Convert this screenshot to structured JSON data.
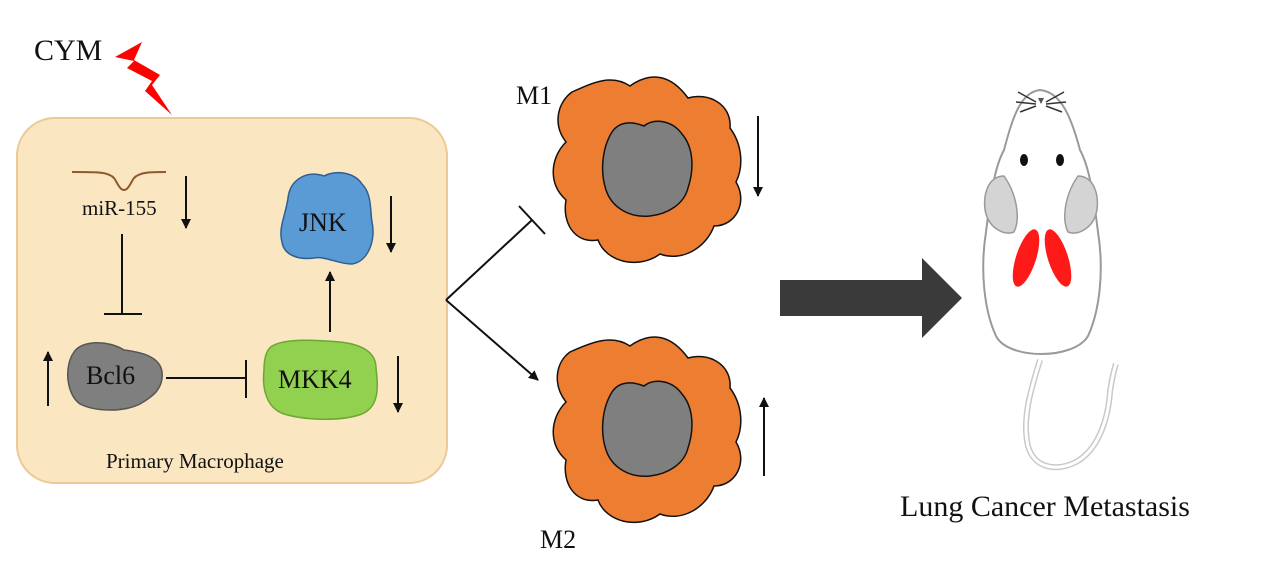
{
  "labels": {
    "cym": "CYM",
    "mir155": "miR-155",
    "jnk": "JNK",
    "bcl6": "Bcl6",
    "mkk4": "MKK4",
    "cell_label": "Primary Macrophage",
    "m1": "M1",
    "m2": "M2",
    "outcome": "Lung Cancer Metastasis"
  },
  "colors": {
    "macrophage_box": "#fbe6c2",
    "macrophage_border": "#ecc995",
    "jnk": "#5b9bd5",
    "bcl6": "#7f7f7f",
    "mkk4": "#92d050",
    "cell_body": "#ed7d31",
    "nucleus": "#7f7f7f",
    "lightning": "#ff0000",
    "big_arrow": "#3a3a3a",
    "tumor": "#ff1a1a"
  },
  "regulation": {
    "mir155": "down",
    "jnk": "down",
    "bcl6": "up",
    "mkk4": "down",
    "m1": "down",
    "m2": "up"
  }
}
